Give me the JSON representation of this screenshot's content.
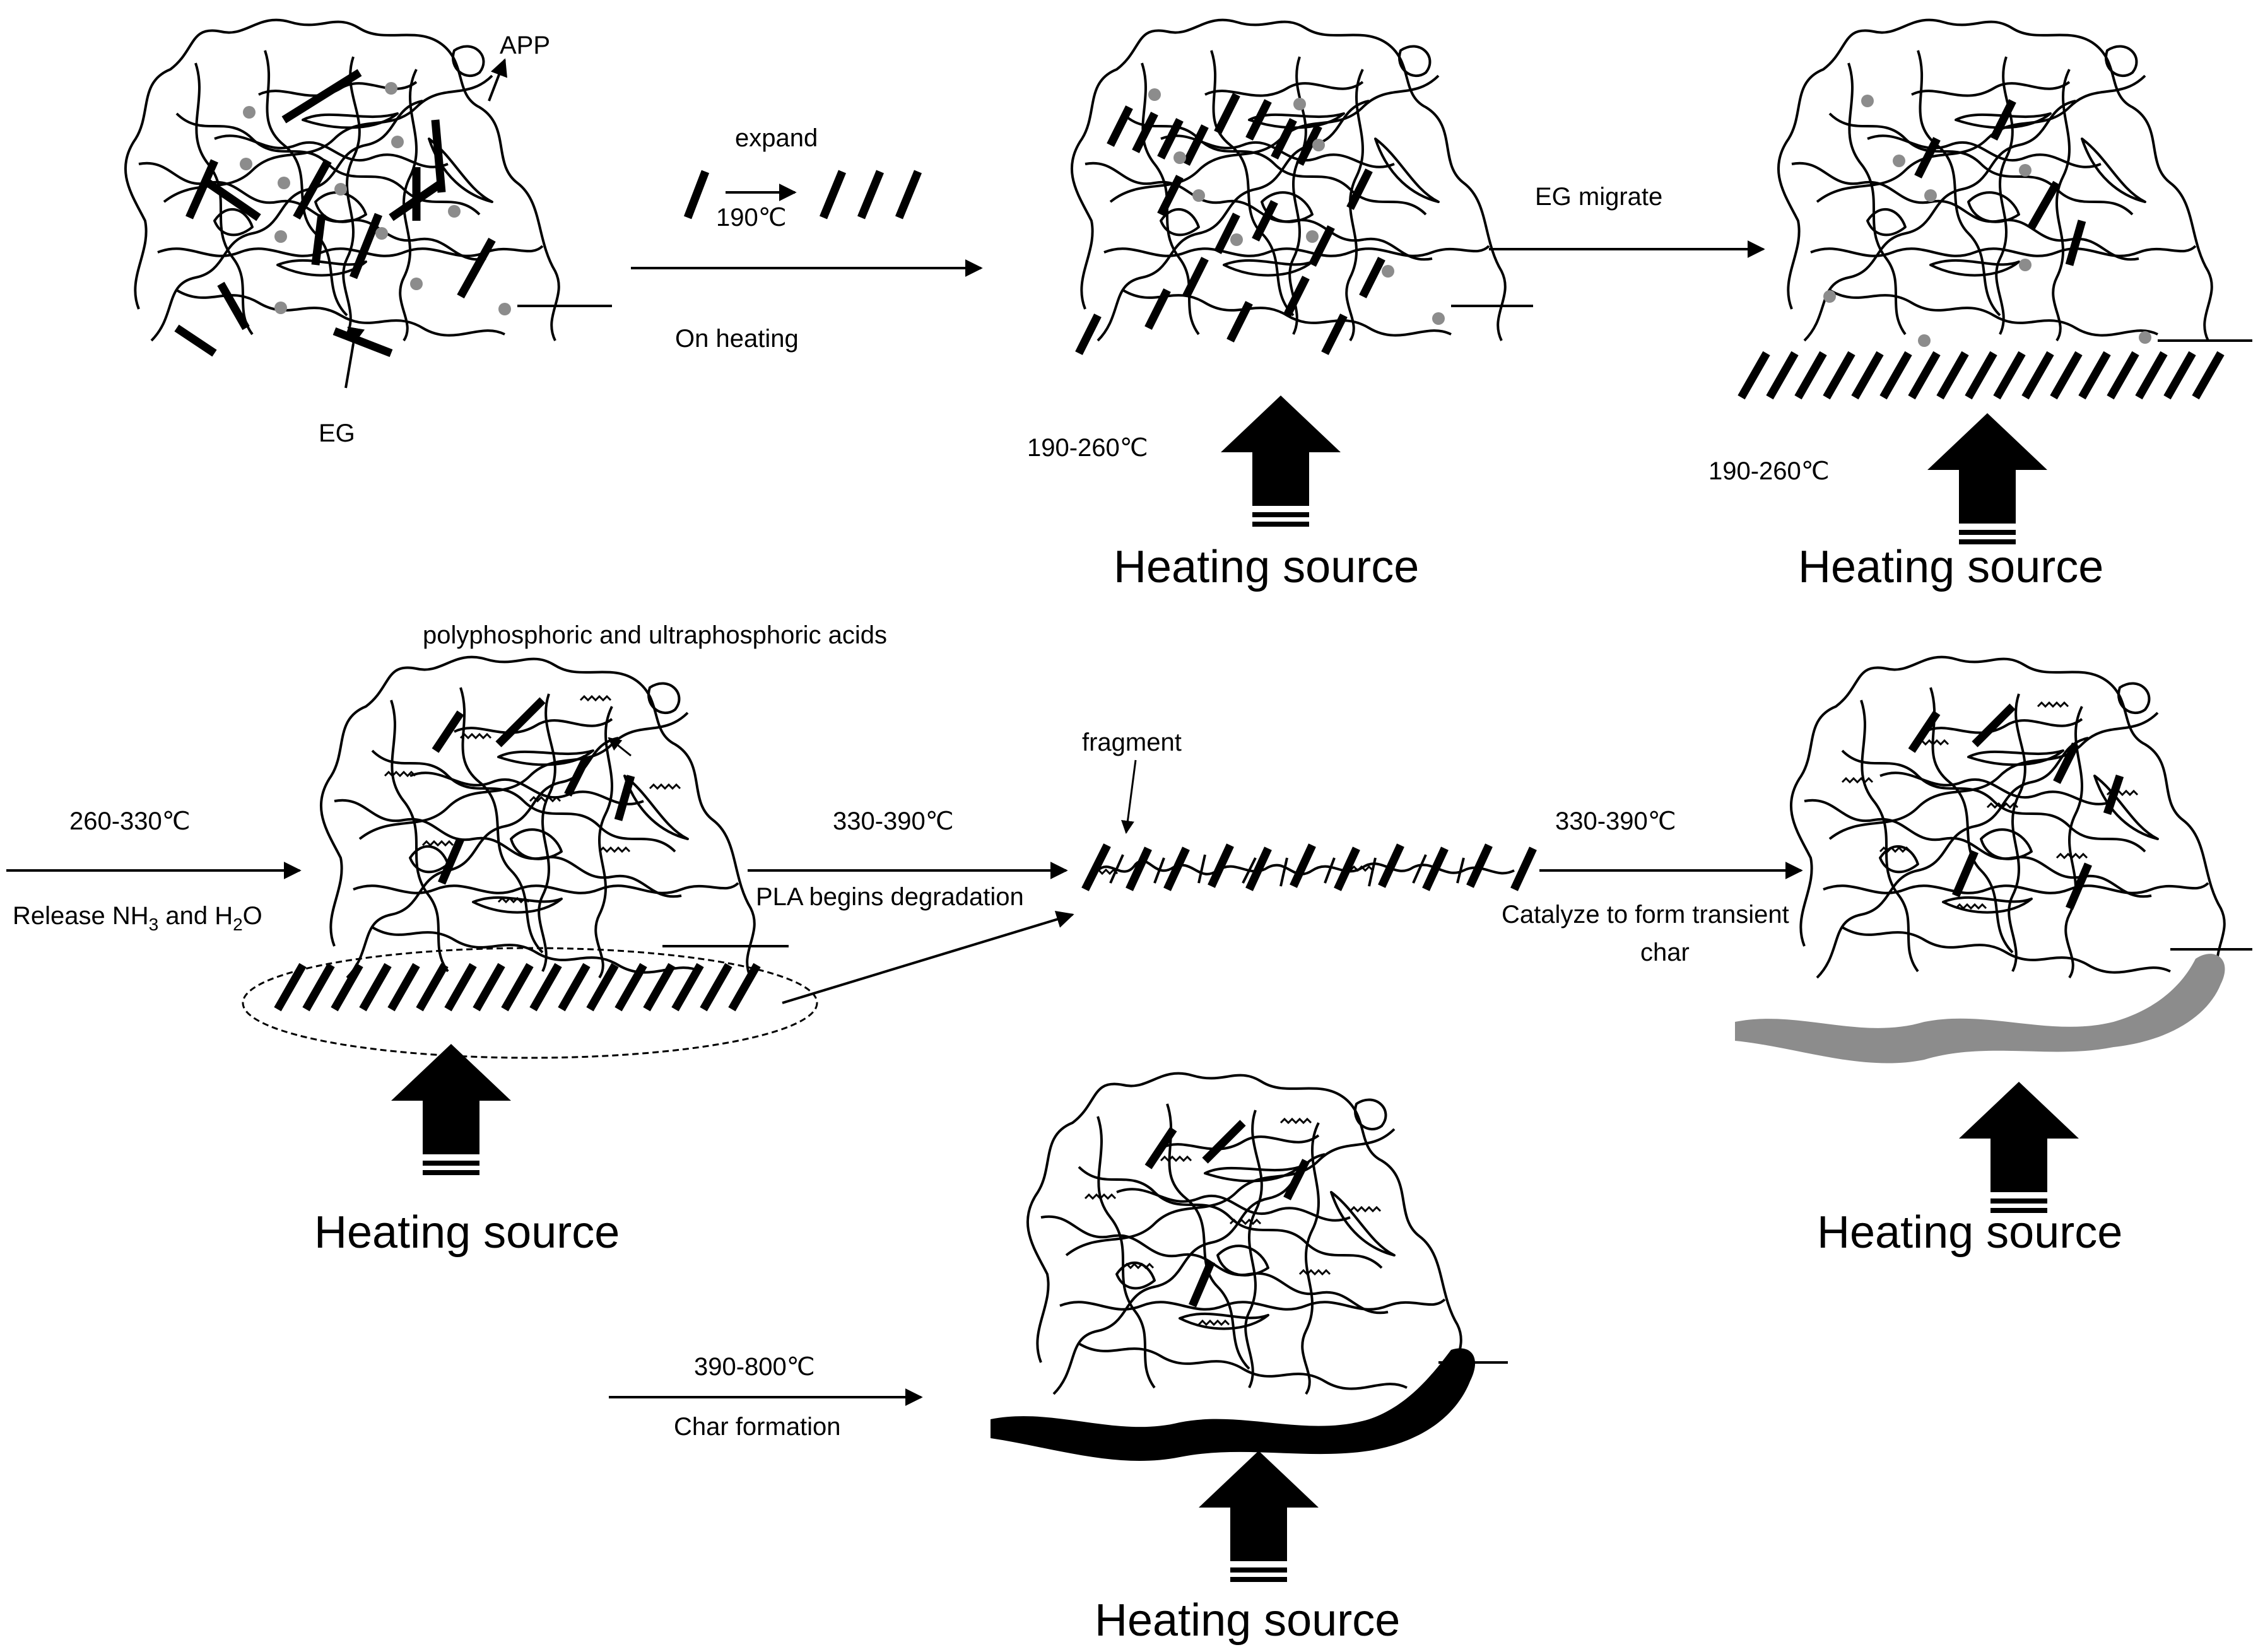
{
  "labels": {
    "app": "APP",
    "eg": "EG",
    "expand": "expand",
    "temp_190": "190℃",
    "on_heating": "On heating",
    "eg_migrate": "EG migrate",
    "range_190_260": "190-260℃",
    "heating_source": "Heating source",
    "acids": "polyphosphoric and ultraphosphoric acids",
    "range_260_330": "260-330℃",
    "release_prefix": "Release NH",
    "release_sub1": "3",
    "release_mid": " and H",
    "release_sub2": "2",
    "release_suffix": "O",
    "range_330_390": "330-390℃",
    "pla_degradation": "PLA begins degradation",
    "fragment": "fragment",
    "catalyze_line1": "Catalyze to form transient",
    "catalyze_line2": "char",
    "range_390_800": "390-800℃",
    "char_formation": "Char formation"
  },
  "colors": {
    "ink": "#000000",
    "app_dots": "#8c8c8c",
    "transient_char": "#8c8c8c",
    "final_char": "#000000"
  }
}
